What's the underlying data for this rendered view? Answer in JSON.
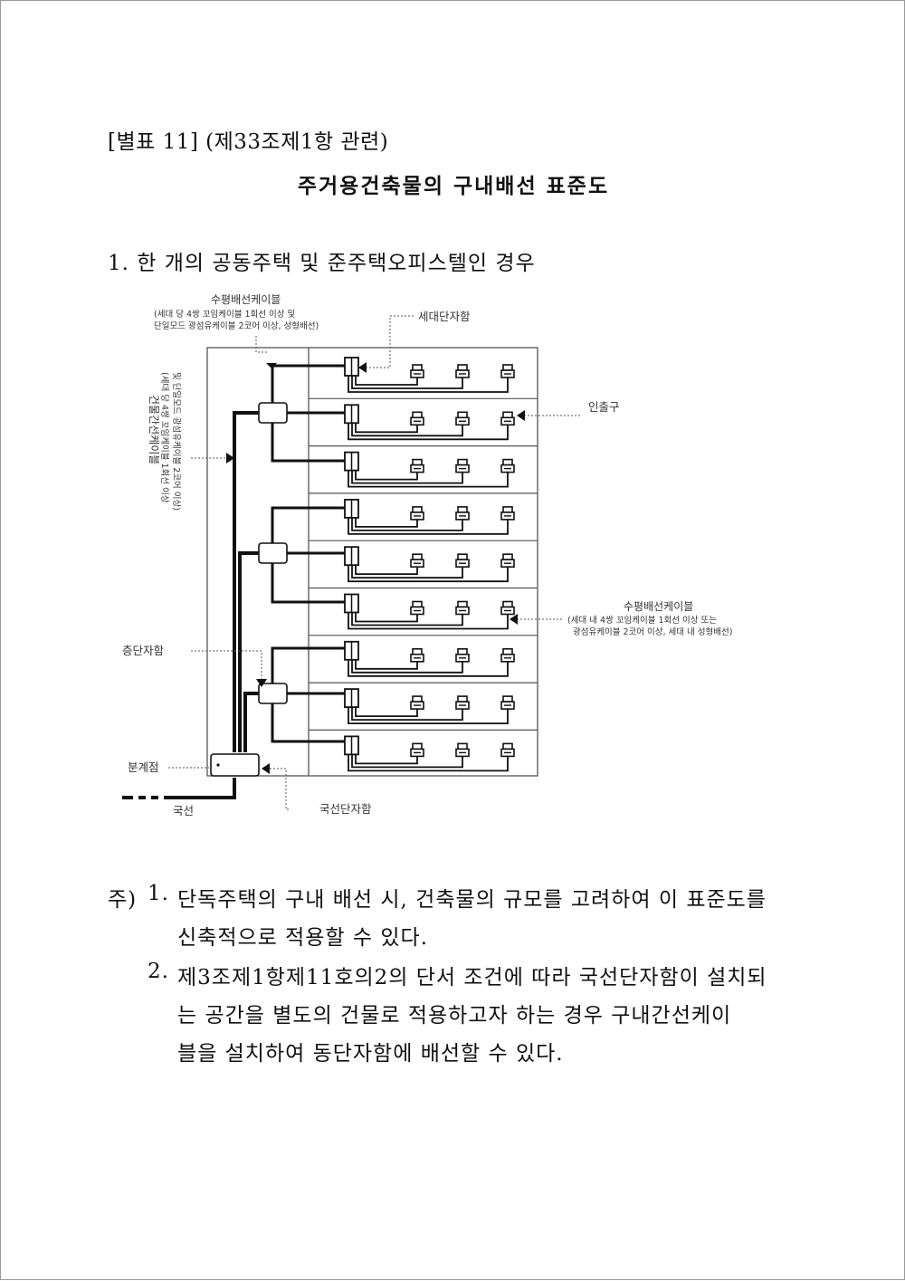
{
  "document": {
    "header": "[별표 11] (제33조제1항 관련)",
    "title": "주거용건축물의 구내배선 표준도",
    "section_title": "1. 한 개의 공동주택 및 준주택오피스텔인 경우"
  },
  "diagram": {
    "labels": {
      "horizontal_cable_top_title": "수평배선케이블",
      "horizontal_cable_top_desc1": "(세대 당 4쌍 꼬임케이블 1회선 이상 및",
      "horizontal_cable_top_desc2": "단일모드 광섬유케이블 2코어 이상, 성형배선)",
      "household_terminal_box": "세대단자함",
      "outlet": "인출구",
      "trunk_cable_title": "건물간선케이블",
      "trunk_cable_desc1": "(세대 당 4쌍 꼬임케이블 1회선 이상",
      "trunk_cable_desc2": "및 단일모드 광섬유케이블 2코어 이상)",
      "horizontal_cable_right_title": "수평배선케이블",
      "horizontal_cable_right_desc1": "(세대 내 4쌍 꼬임케이블 1회선 이상 또는",
      "horizontal_cable_right_desc2": "광섬유케이블 2코어 이상, 세대 내 성형배선)",
      "floor_terminal_box": "층단자함",
      "demarcation_point": "분계점",
      "trunk_line": "국선",
      "trunk_terminal_box": "국선단자함"
    }
  },
  "notes": {
    "prefix": "주)",
    "note1_num": "1.",
    "note1_line1": "단독주택의 구내 배선 시, 건축물의 규모를 고려하여 이 표준도를",
    "note1_line2": "신축적으로 적용할 수 있다.",
    "note2_num": "2.",
    "note2_line1": "제3조제1항제11호의2의 단서 조건에 따라 국선단자함이 설치되",
    "note2_line2": "는 공간을 별도의 건물로 적용하고자 하는 경우 구내간선케이",
    "note2_line3": "블을 설치하여 동단자함에 배선할 수 있다."
  }
}
